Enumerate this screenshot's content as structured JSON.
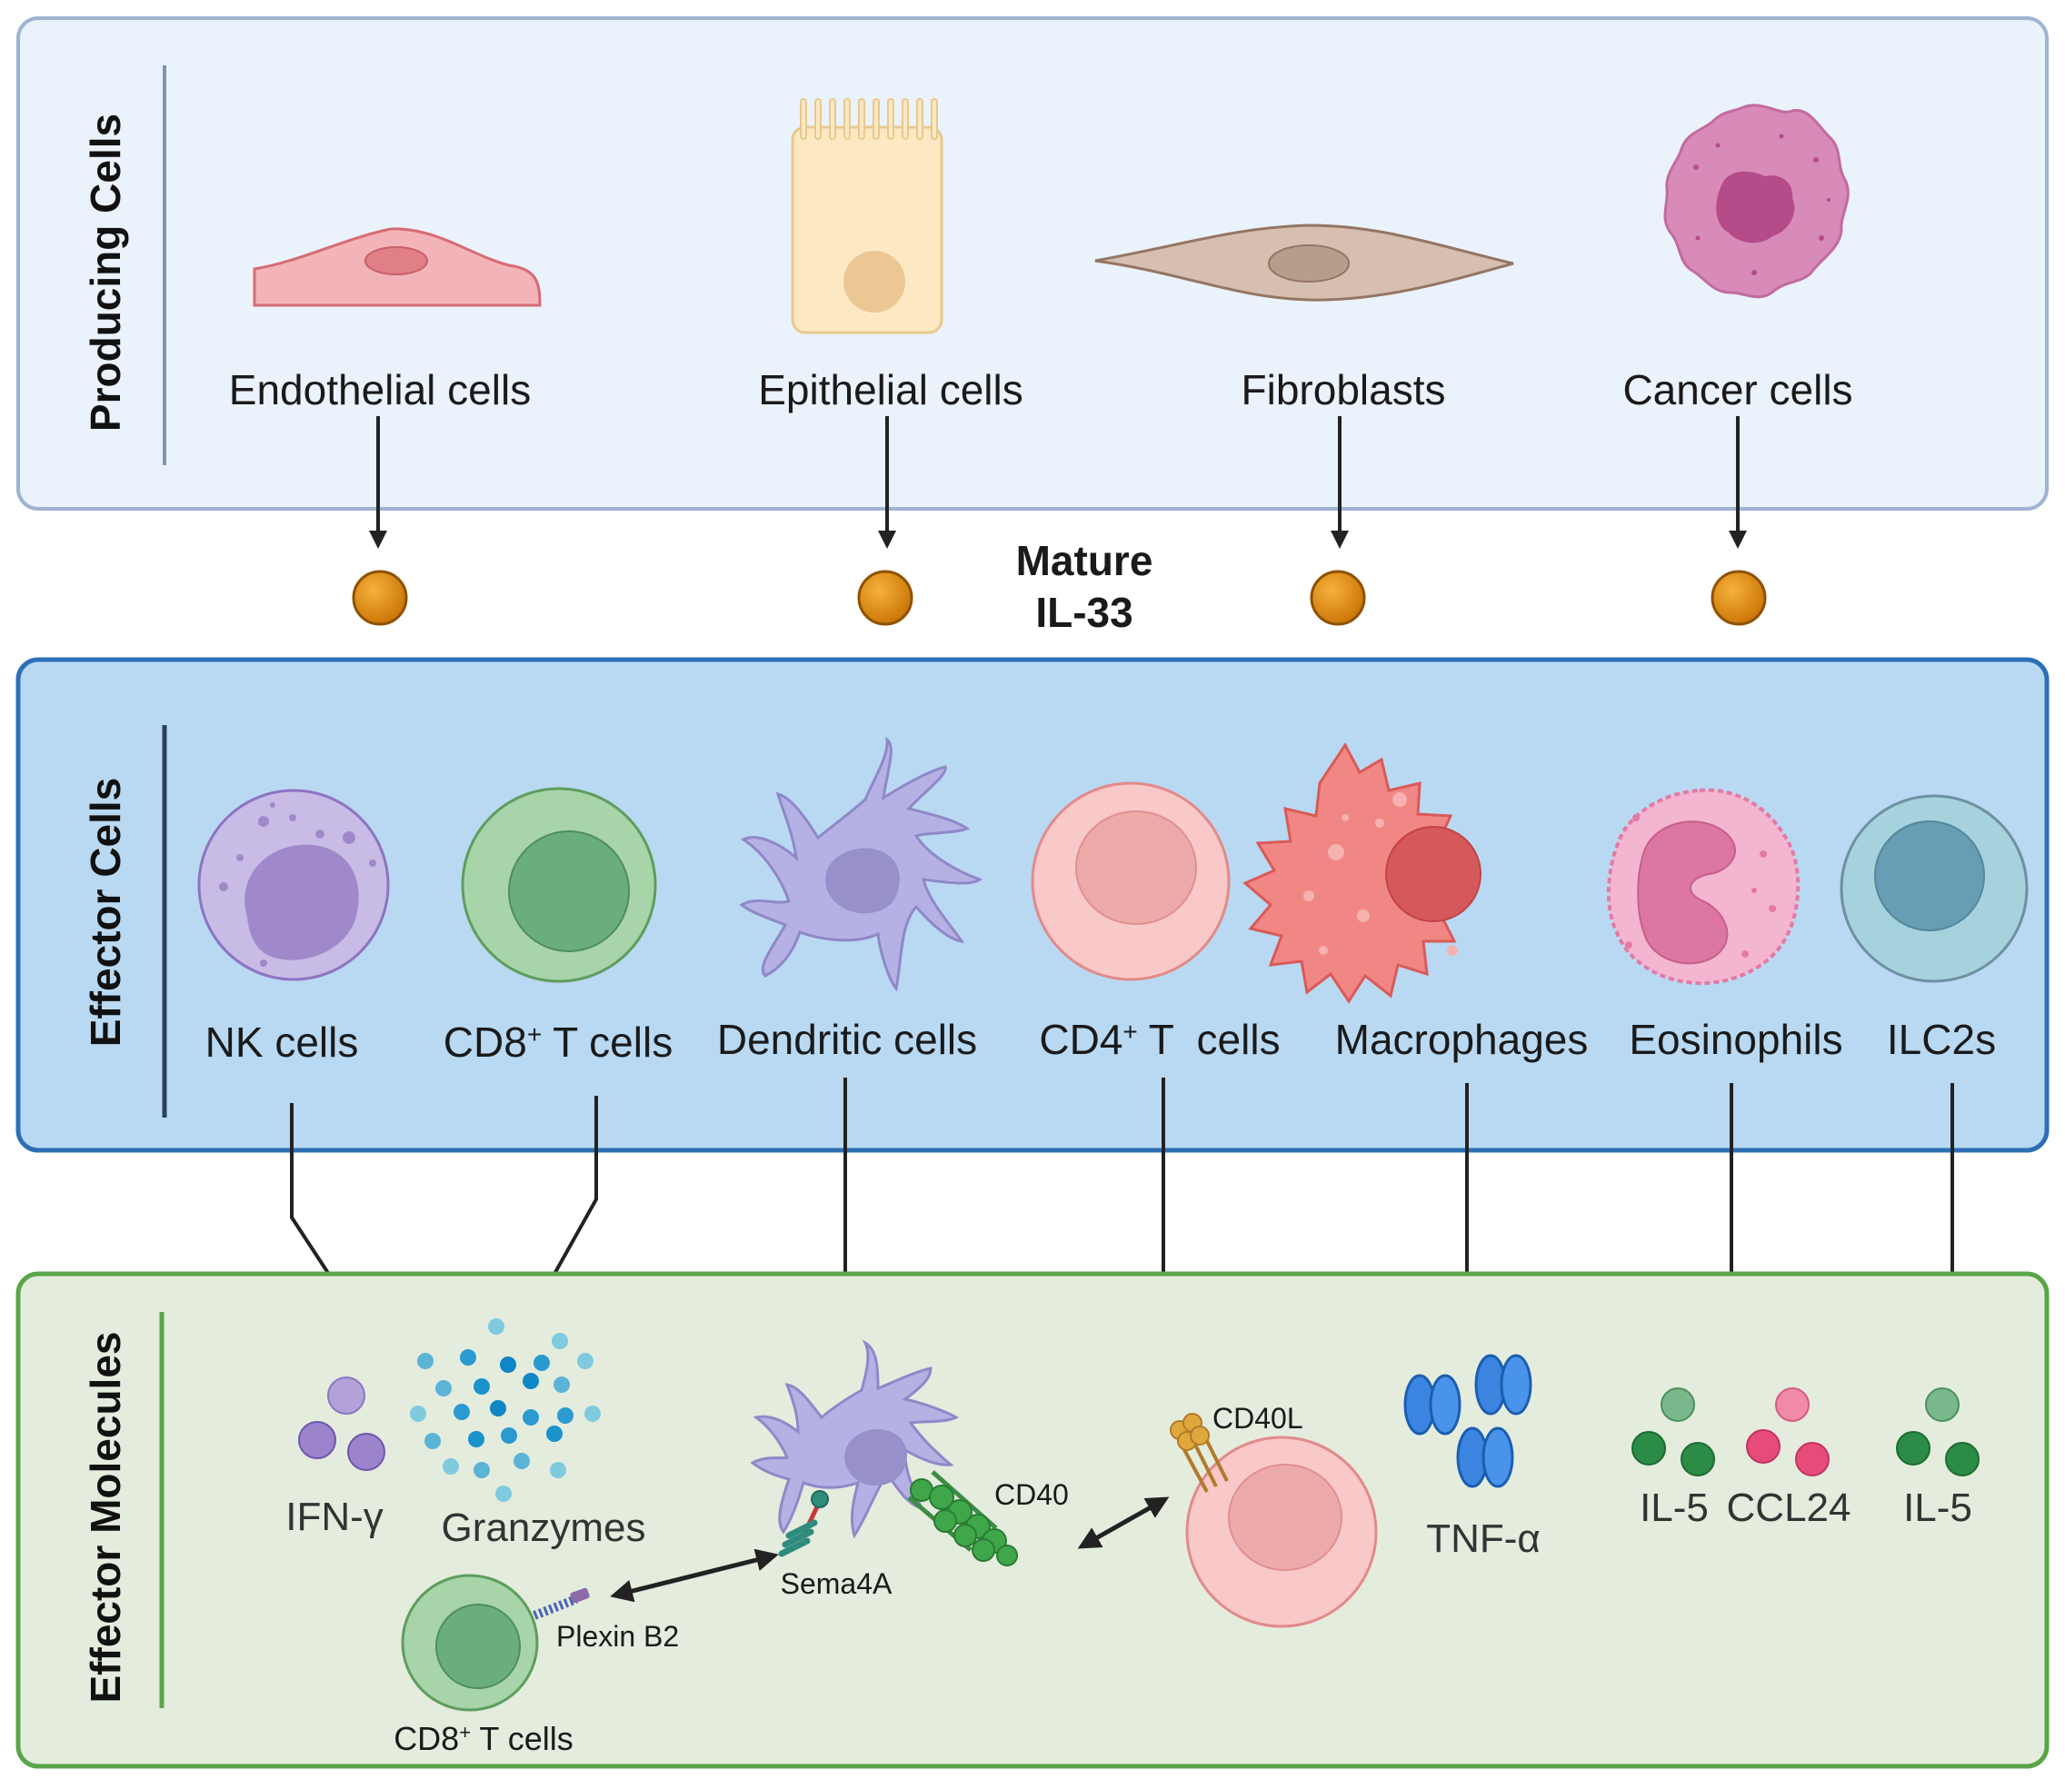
{
  "sections": {
    "producing": {
      "title": "Producing Cells",
      "cells": [
        {
          "label": "Endothelial cells",
          "icon": "endothelial-cell-icon"
        },
        {
          "label": "Epithelial cells",
          "icon": "epithelial-cell-icon"
        },
        {
          "label": "Fibroblasts",
          "icon": "fibroblast-icon"
        },
        {
          "label": "Cancer cells",
          "icon": "cancer-cell-icon"
        }
      ]
    },
    "mature": {
      "line1": "Mature",
      "line2": "IL-33",
      "icon": "il33-molecule-icon"
    },
    "effector_cells": {
      "title": "Effector Cells",
      "cells": [
        {
          "label": "NK cells",
          "icon": "nk-cell-icon"
        },
        {
          "label_pre": "CD8",
          "label_sup": "+",
          "label_post": " T cells",
          "icon": "cd8-t-cell-icon"
        },
        {
          "label": "Dendritic cells",
          "icon": "dendritic-cell-icon"
        },
        {
          "label_pre": "CD4",
          "label_sup": "+",
          "label_post": " T  cells",
          "icon": "cd4-t-cell-icon"
        },
        {
          "label": "Macrophages",
          "icon": "macrophage-icon"
        },
        {
          "label": "Eosinophils",
          "icon": "eosinophil-icon"
        },
        {
          "label": "ILC2s",
          "icon": "ilc2-icon"
        }
      ]
    },
    "effector_molecules": {
      "title": "Effector Molecules",
      "ifn": "IFN-γ",
      "granzymes": "Granzymes",
      "sema4a": "Sema4A",
      "cd40": "CD40",
      "cd40l": "CD40L",
      "plexin": "Plexin B2",
      "cd8_pre": "CD8",
      "cd8_sup": "+",
      "cd8_post": " T cells",
      "tnf": "TNF-α",
      "il5_a": "IL-5",
      "ccl24": "CCL24",
      "il5_b": "IL-5"
    }
  },
  "colors": {
    "producing_bg": "#eaf2fb",
    "producing_border": "#9fb3d2",
    "effector_bg": "#b9d9f2",
    "effector_border": "#2d6fb5",
    "molecules_bg": "#e4ecdd",
    "molecules_border": "#5aa547",
    "il33": "#dc8a08",
    "arrow": "#222222"
  }
}
